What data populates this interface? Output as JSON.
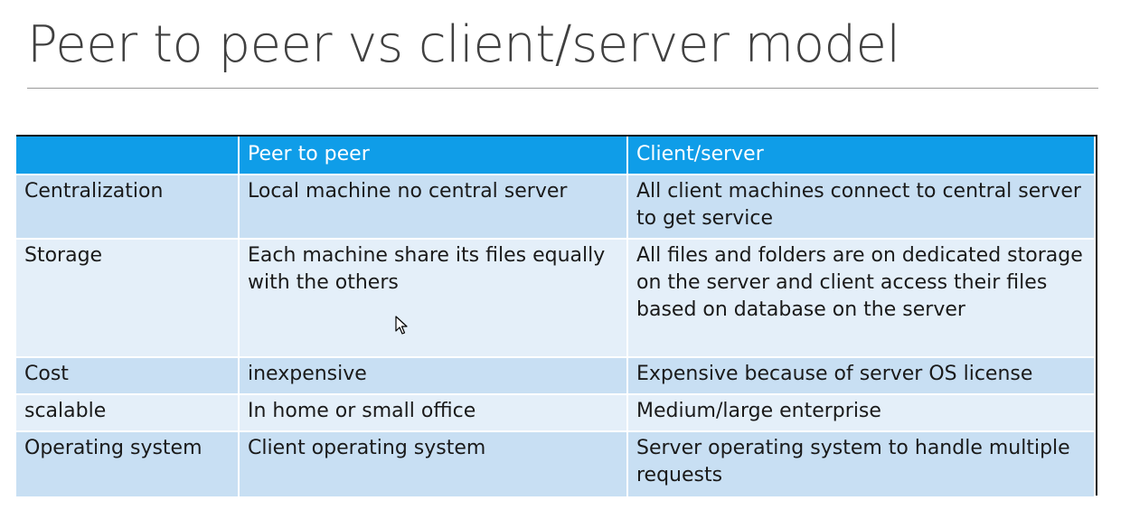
{
  "slide": {
    "title": "Peer to peer vs client/server model"
  },
  "table": {
    "headers": [
      "",
      "Peer to peer",
      "Client/server"
    ],
    "rows": [
      [
        "Centralization",
        "Local machine no central server",
        "All client machines connect to central server to get service"
      ],
      [
        "Storage",
        "Each machine share its files equally with the others",
        "All files and folders are on dedicated storage on the server and client access their files based on database on the server"
      ],
      [
        "Cost",
        "inexpensive",
        "Expensive because of server OS license"
      ],
      [
        "scalable",
        "In home or small office",
        "Medium/large enterprise"
      ],
      [
        "Operating system",
        "Client operating system",
        "Server operating system to handle multiple requests"
      ]
    ]
  },
  "colors": {
    "header_bg": "#0f9de8",
    "row_dark": "#c8dff3",
    "row_light": "#e4eff9",
    "title_text": "#404040"
  },
  "icons": {
    "pointer": "mouse-cursor-icon"
  }
}
